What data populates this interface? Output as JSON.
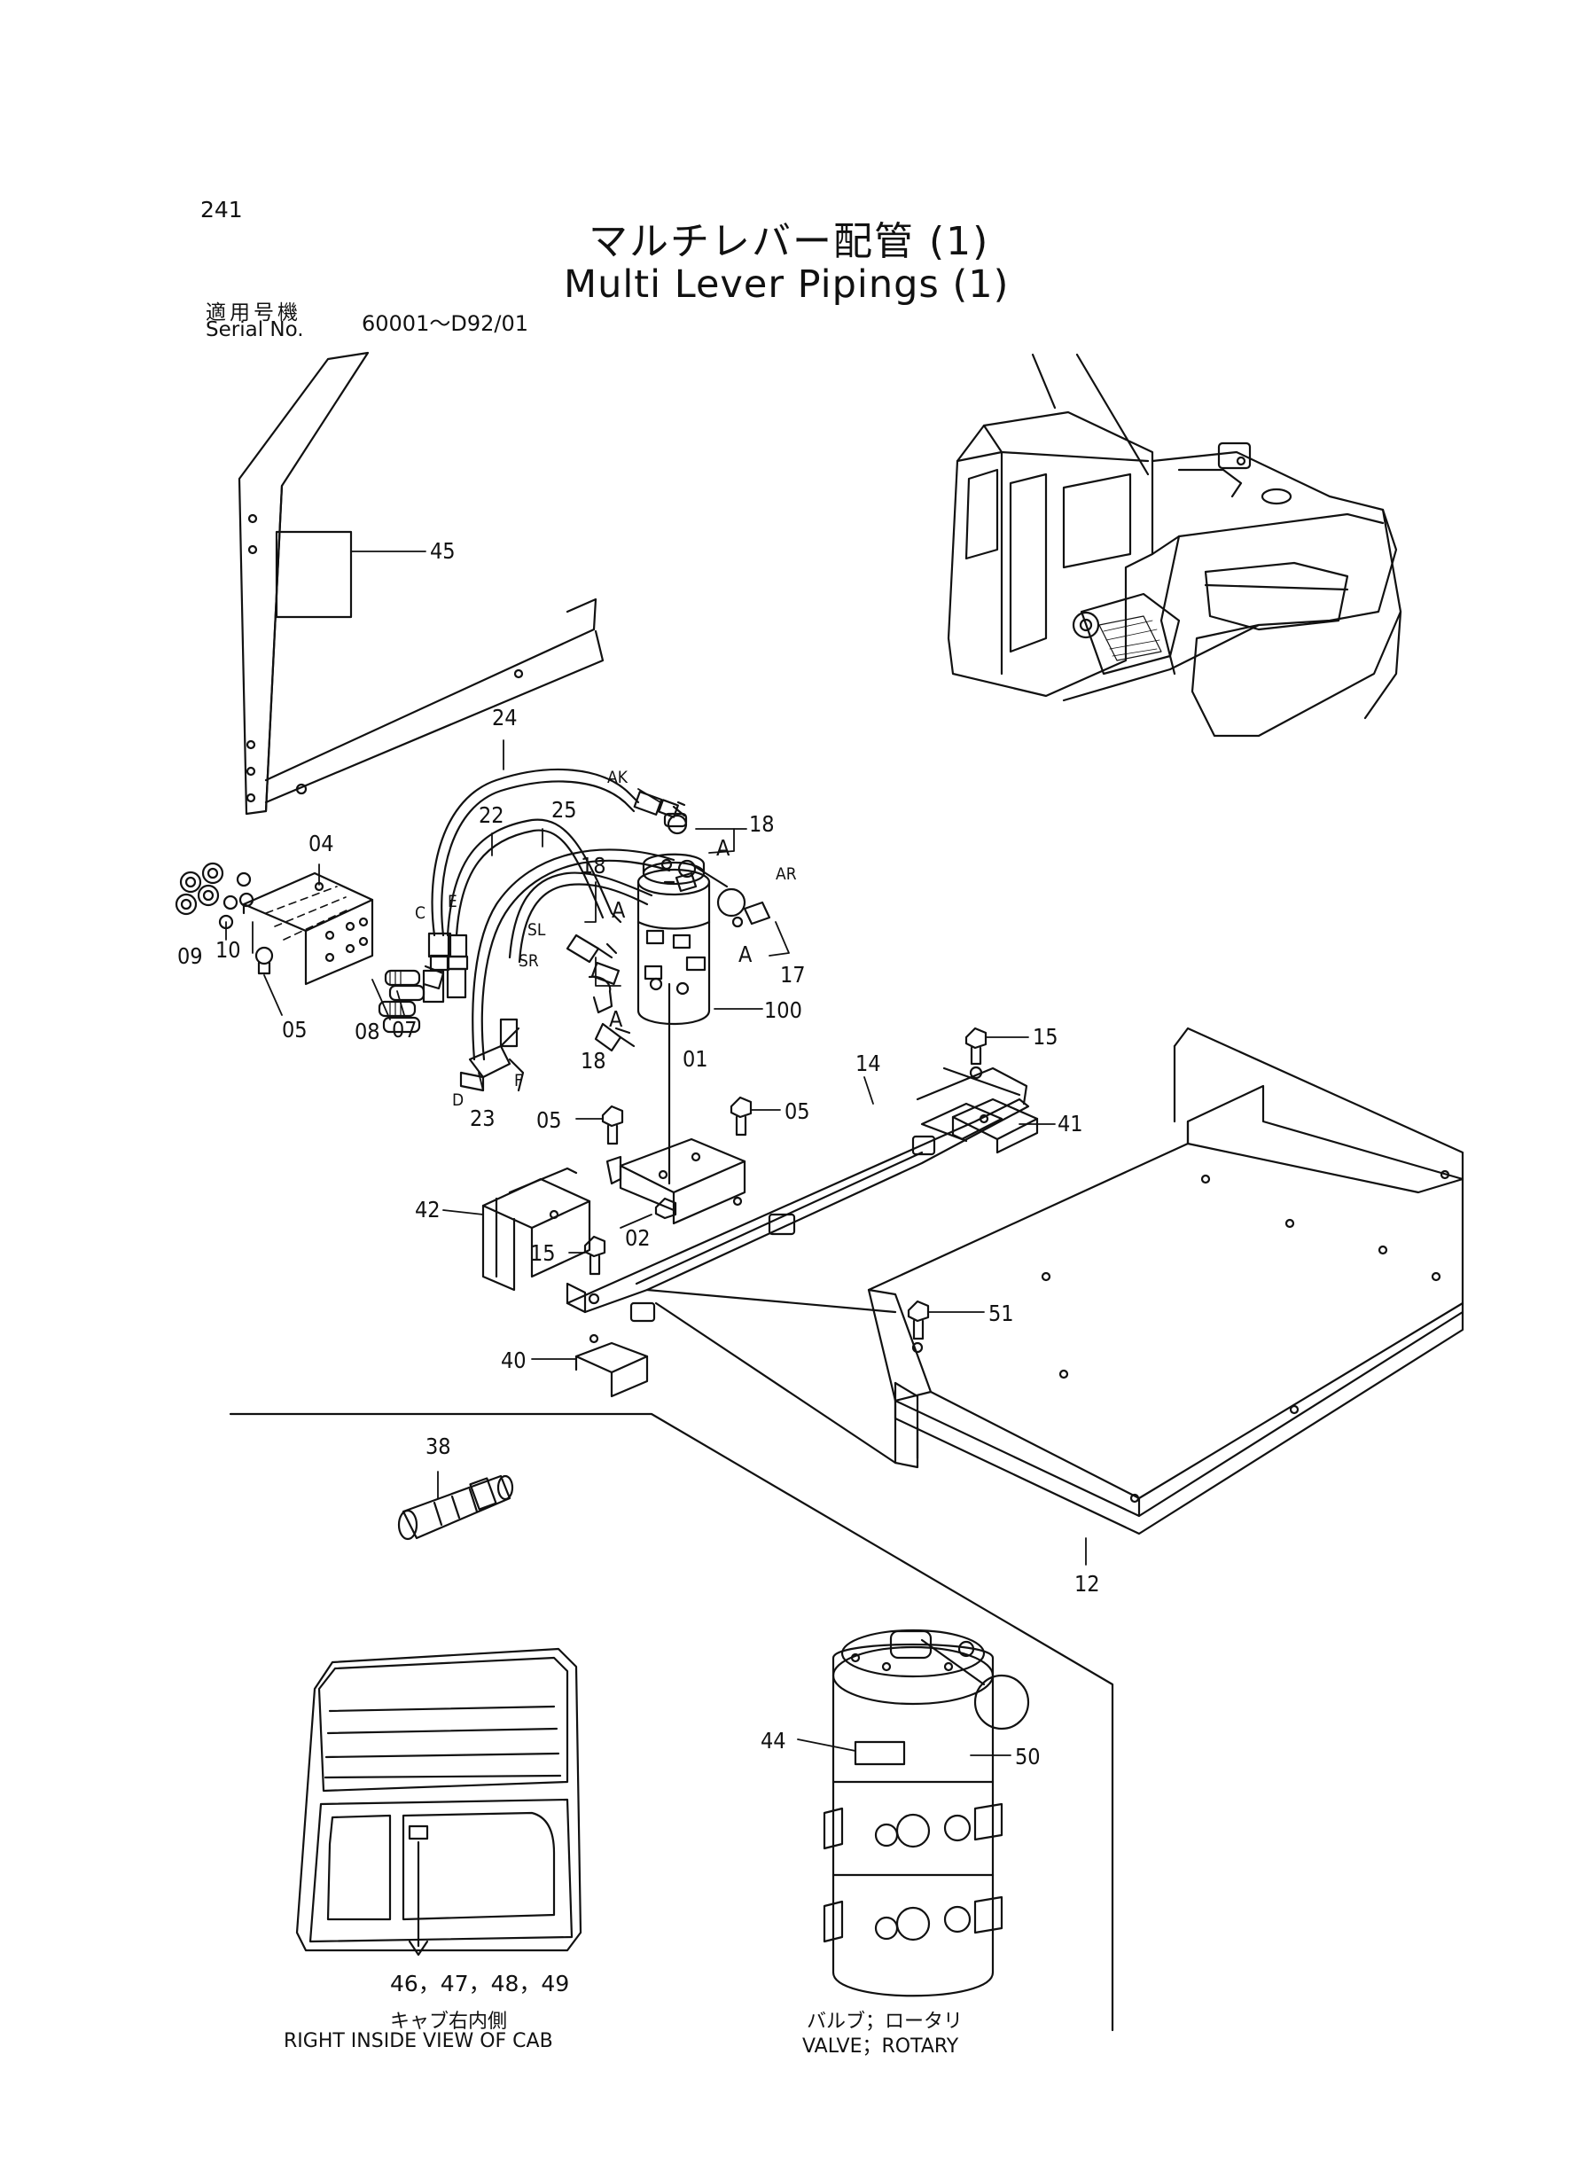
{
  "page_number": "241",
  "title_jp": "マルチレバー配管 (1)",
  "title_en": "Multi Lever Pipings (1)",
  "serial": {
    "label_jp": "適用号機",
    "label_en": "Serial No.",
    "value": "60001～D92/01"
  },
  "part_labels": [
    "45",
    "24",
    "AK",
    "25",
    "22",
    "18",
    "A",
    "AR",
    "04",
    "C",
    "E",
    "SL",
    "SR",
    "09",
    "10",
    "05",
    "08",
    "07",
    "D",
    "F",
    "23",
    "17",
    "100",
    "01",
    "14",
    "15",
    "41",
    "42",
    "02",
    "40",
    "51",
    "38",
    "12",
    "44",
    "50"
  ],
  "insets": {
    "cab": {
      "callout": "46，47，48，49",
      "caption_jp": "キャブ右内側",
      "caption_en": "RIGHT INSIDE VIEW OF CAB"
    },
    "valve": {
      "caption_jp": "バルブ；ロータリ",
      "caption_en": "VALVE；ROTARY"
    }
  }
}
